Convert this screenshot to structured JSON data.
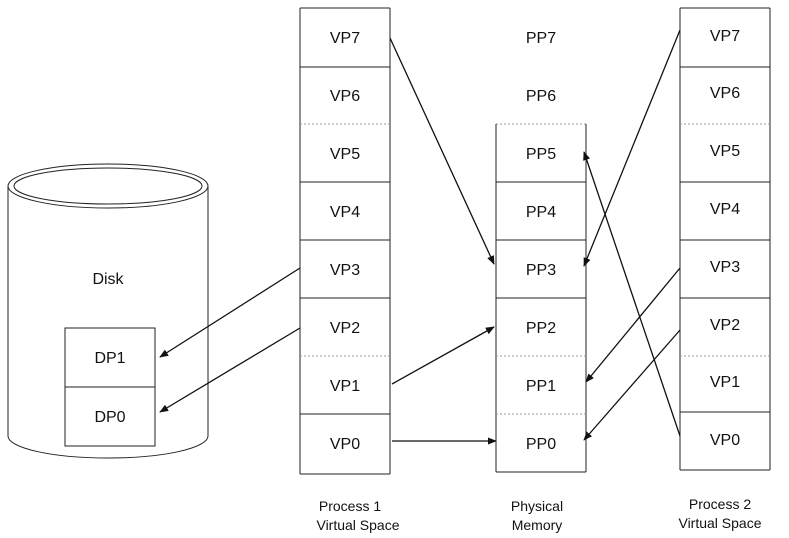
{
  "disk": {
    "label": "Disk",
    "pages": [
      "DP1",
      "DP0"
    ]
  },
  "process1": {
    "pages": [
      "VP7",
      "VP6",
      "VP5",
      "VP4",
      "VP3",
      "VP2",
      "VP1",
      "VP0"
    ],
    "caption_line1": "Process 1",
    "caption_line2": "Virtual Space"
  },
  "physical": {
    "pages": [
      "PP7",
      "PP6",
      "PP5",
      "PP4",
      "PP3",
      "PP2",
      "PP1",
      "PP0"
    ],
    "caption_line1": "Physical",
    "caption_line2": "Memory"
  },
  "process2": {
    "pages": [
      "VP7",
      "VP6",
      "VP5",
      "VP4",
      "VP3",
      "VP2",
      "VP1",
      "VP0"
    ],
    "caption_line1": "Process 2",
    "caption_line2": "Virtual Space"
  },
  "mappings": [
    {
      "from": "P1.VP7",
      "to": "PP3"
    },
    {
      "from": "P1.VP3",
      "to": "DP1"
    },
    {
      "from": "P1.VP2",
      "to": "DP0"
    },
    {
      "from": "P1.VP1",
      "to": "PP2"
    },
    {
      "from": "P1.VP0",
      "to": "PP0"
    },
    {
      "from": "P2.VP7",
      "to": "PP3"
    },
    {
      "from": "P2.VP3",
      "to": "PP1"
    },
    {
      "from": "P2.VP2",
      "to": "PP0"
    },
    {
      "from": "P2.VP0",
      "to": "PP5"
    }
  ]
}
